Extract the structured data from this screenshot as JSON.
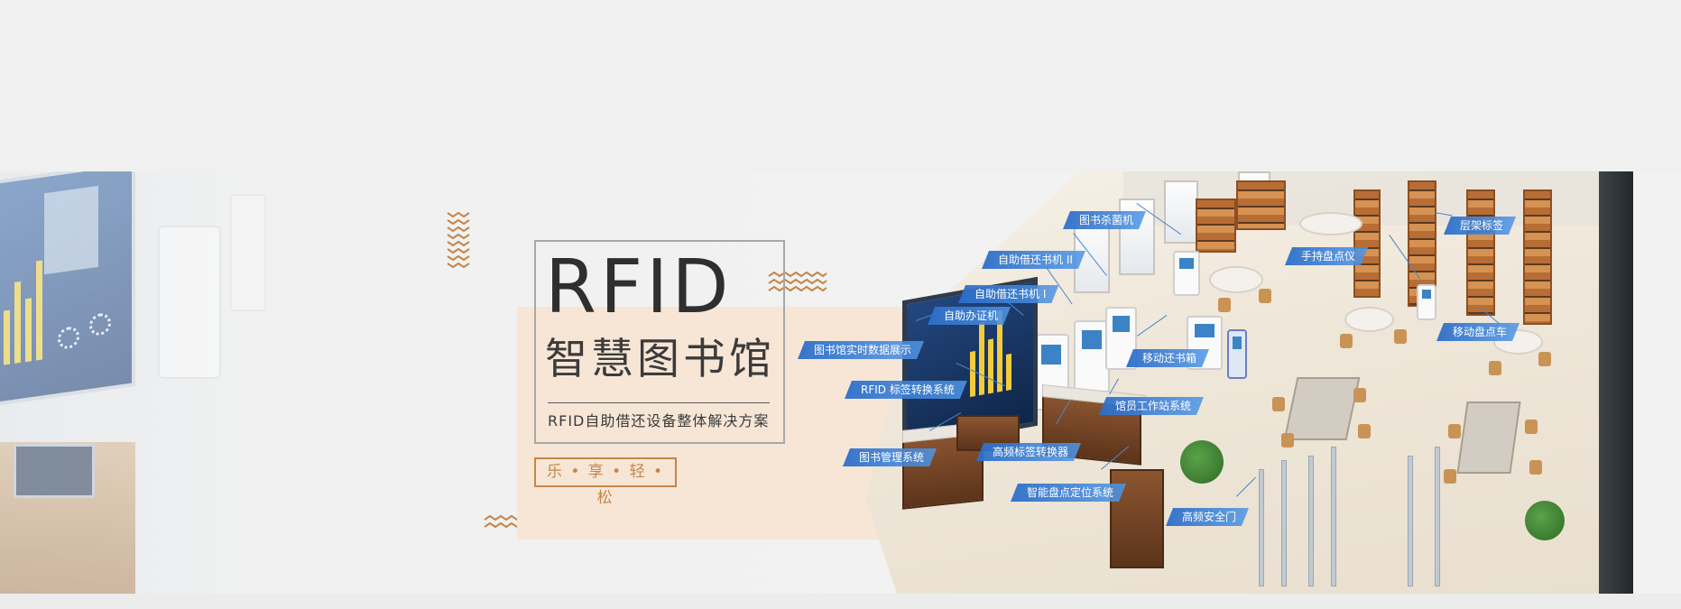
{
  "banner": {
    "title_en": "RFID",
    "title_cn": "智慧图书馆",
    "subtitle": "RFID自助借还设备整体解决方案",
    "slogan": "乐 • 享 • 轻 • 松",
    "colors": {
      "accent_copper": "#c2874b",
      "peach_band": "#f7e6d6",
      "title_text": "#2f2f2f",
      "callout_blue": "#2d6ec8"
    }
  },
  "callouts": [
    {
      "label": "图书杀菌机"
    },
    {
      "label": "自助借还书机 II"
    },
    {
      "label": "自助借还书机 I"
    },
    {
      "label": "自助办证机"
    },
    {
      "label": "图书馆实时数据展示"
    },
    {
      "label": "RFID 标签转换系统"
    },
    {
      "label": "图书管理系统"
    },
    {
      "label": "高频标签转换器"
    },
    {
      "label": "智能盘点定位系统"
    },
    {
      "label": "馆员工作站系统"
    },
    {
      "label": "移动还书箱"
    },
    {
      "label": "手持盘点仪"
    },
    {
      "label": "层架标签"
    },
    {
      "label": "移动盘点车"
    },
    {
      "label": "高频安全门"
    }
  ]
}
